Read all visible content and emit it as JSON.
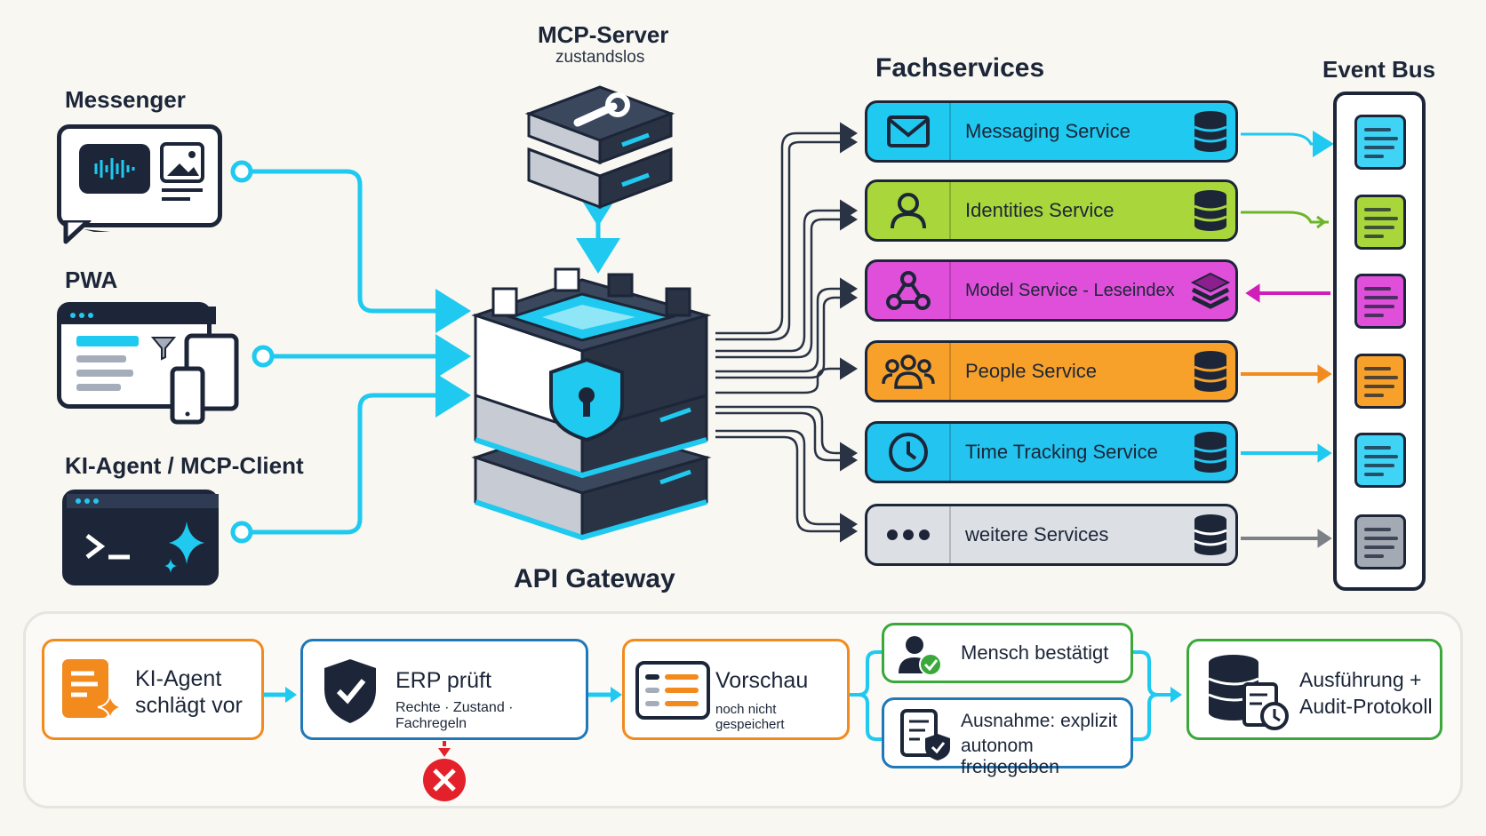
{
  "clients": {
    "messenger": "Messenger",
    "pwa": "PWA",
    "agent": "KI-Agent / MCP-Client"
  },
  "mcp": {
    "title": "MCP-Server",
    "subtitle": "zustandslos"
  },
  "gateway": {
    "title": "API Gateway"
  },
  "services": {
    "title": "Fachservices",
    "items": [
      {
        "name": "Messaging Service",
        "color": "#1fc9f0",
        "icon": "mail-icon"
      },
      {
        "name": "Identities Service",
        "color": "#a9d63a",
        "icon": "user-icon"
      },
      {
        "name": "Model Service - Leseindex",
        "color": "#e04fd9",
        "icon": "graph-icon"
      },
      {
        "name": "People Service",
        "color": "#f7a12a",
        "icon": "people-icon"
      },
      {
        "name": "Time Tracking Service",
        "color": "#24c4f0",
        "icon": "clock-icon"
      },
      {
        "name": "weitere Services",
        "color": "#dcdfe4",
        "icon": "more-icon"
      }
    ]
  },
  "event_bus": {
    "title": "Event Bus"
  },
  "flow": {
    "step1": {
      "line1": "KI-Agent",
      "line2": "schlägt vor"
    },
    "step2": {
      "title": "ERP prüft",
      "subtitle": "Rechte · Zustand · Fachregeln"
    },
    "step3": {
      "title": "Vorschau",
      "subtitle": "noch nicht gespeichert"
    },
    "step4a": {
      "title": "Mensch bestätigt"
    },
    "step4b": {
      "line1": "Ausnahme: explizit",
      "line2": "autonom freigegeben"
    },
    "step5": {
      "line1": "Ausführung +",
      "line2": "Audit-Protokoll"
    }
  },
  "colors": {
    "cyan": "#1fc9f0",
    "navy": "#1c2638",
    "orange": "#f28a1d",
    "green": "#3aa83a",
    "blue": "#1f78b8",
    "red": "#e4212b"
  }
}
